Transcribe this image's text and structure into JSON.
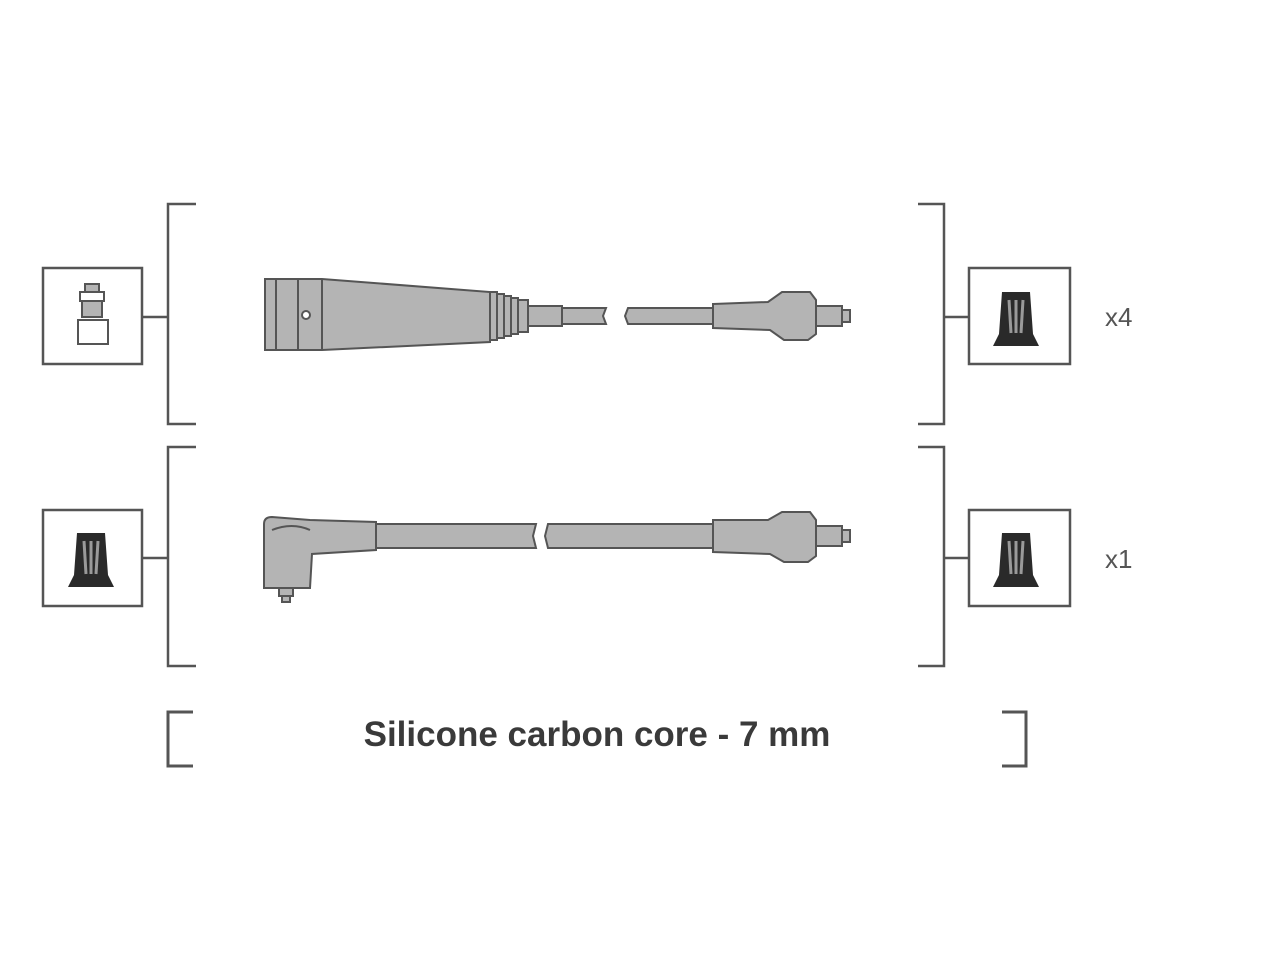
{
  "sets": [
    {
      "quantity": "x4",
      "coil_end": "pin-coil-connector",
      "plug_end": "spark-plug-boot"
    },
    {
      "quantity": "x1",
      "coil_end": "spark-plug-boot",
      "plug_end": "spark-plug-boot"
    }
  ],
  "caption": "Silicone carbon core - 7 mm",
  "colors": {
    "line": "#555555",
    "fill": "#b4b4b4",
    "icon_fill": "#2a2a2a"
  }
}
